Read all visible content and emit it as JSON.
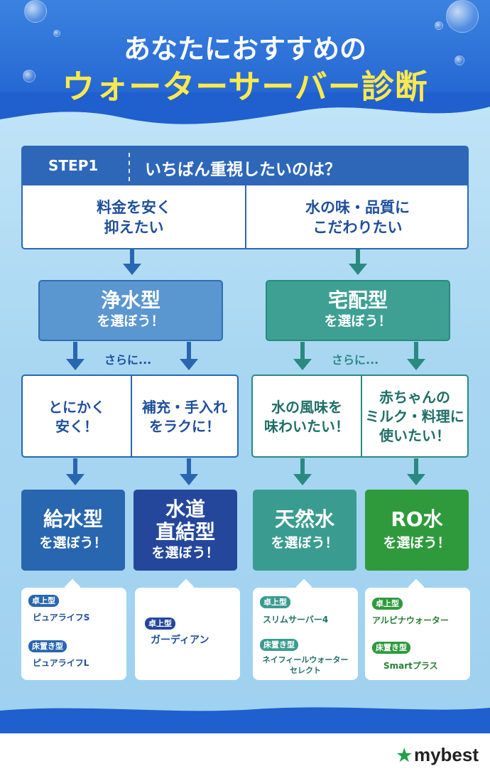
{
  "header": {
    "title_line1": "あなたにおすすめの",
    "title_line2": "ウォーターサーバー診断"
  },
  "step1": {
    "label": "STEP1",
    "question": "いちばん重視したいのは？",
    "options": [
      "料金を安く\n抑えたい",
      "水の味・品質に\nこだわりたい"
    ]
  },
  "types": {
    "left": {
      "name": "浄水型",
      "sub": "を選ぼう！",
      "color": "#5a96cf"
    },
    "right": {
      "name": "宅配型",
      "sub": "を選ぼう！",
      "color": "#3da093"
    }
  },
  "sarani": "さらに...",
  "sub_options": {
    "left": [
      "とにかく\n安く！",
      "補充・手入れ\nをラクに！"
    ],
    "right": [
      "水の風味を\n味わいたい！",
      "赤ちゃんの\nミルク・料理に\n使いたい！"
    ]
  },
  "results": [
    {
      "name": "給水型",
      "sub": "を選ぼう！",
      "color": "#2866b0"
    },
    {
      "name": "水道\n直結型",
      "sub": "を選ぼう！",
      "color": "#24479c"
    },
    {
      "name": "天然水",
      "sub": "を選ぼう！",
      "color": "#3a9c90"
    },
    {
      "name": "RO水",
      "sub": "を選ぼう！",
      "color": "#2f9a3c"
    }
  ],
  "cards": [
    {
      "items": [
        {
          "badge": "卓上型",
          "name": "ピュアライフS"
        },
        {
          "badge": "床置き型",
          "name": "ピュアライフL"
        }
      ],
      "color": "#2866b0"
    },
    {
      "items": [
        {
          "badge": "卓上型",
          "name": "ガーディアン"
        }
      ],
      "color": "#24479c"
    },
    {
      "items": [
        {
          "badge": "卓上型",
          "name": "スリムサーバー4"
        },
        {
          "badge": "床置き型",
          "name": "ネイフィールウォーター\nセレクト"
        }
      ],
      "color": "#3a9c90"
    },
    {
      "items": [
        {
          "badge": "卓上型",
          "name": "アルピナウォーター"
        },
        {
          "badge": "床置き型",
          "name": "Smartプラス"
        }
      ],
      "color": "#2f9a3c"
    }
  ],
  "logo": "mybest"
}
